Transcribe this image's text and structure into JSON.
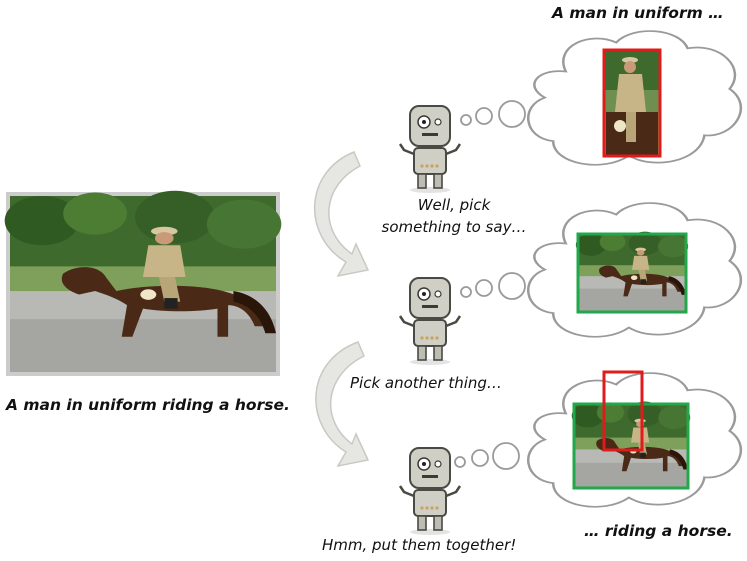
{
  "main_caption": "A man in uniform riding a horse.",
  "thoughts": [
    {
      "text_line1": "Well, pick",
      "text_line2": "something to say…"
    },
    {
      "text_line1": "Pick another thing…"
    },
    {
      "text_line1": "Hmm, put them together!"
    }
  ],
  "cloud_captions": {
    "top": "A man in uniform …",
    "bottom": "… riding a horse."
  },
  "colors": {
    "red_box": "#e01b1b",
    "green_box": "#22a84a",
    "cloud_stroke": "#9a9a9a",
    "arrow_fill": "#e6e6e2",
    "arrow_stroke": "#c9c9c4"
  },
  "icons": [
    "robot-icon",
    "thought-bubble-icon",
    "curved-arrow-icon",
    "horse-rider-photo"
  ]
}
